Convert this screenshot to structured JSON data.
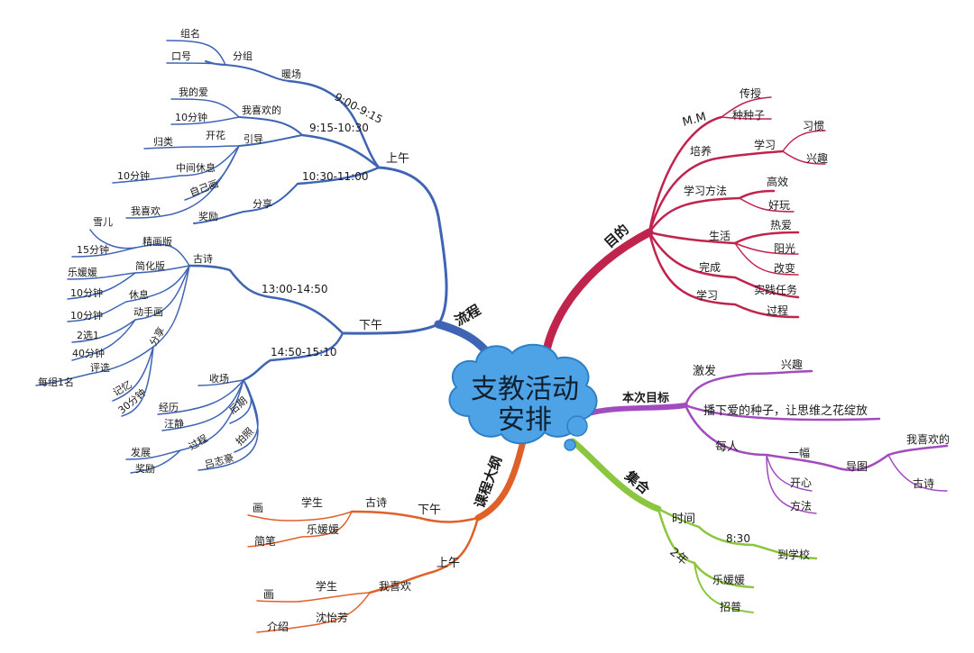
{
  "center": {
    "line1": "支教活动",
    "line2": "安排"
  },
  "colors": {
    "flow": "#3f64b4",
    "goal": "#c0244d",
    "objective": "#a24bbf",
    "gather": "#8cc63e",
    "course": "#e0602a",
    "cloud": "#4ea3e6"
  },
  "flow": {
    "label": "流程",
    "am": {
      "label": "上午",
      "s1": {
        "time": "9:00-9:15",
        "warmup": "暖场",
        "group": "分组",
        "groupName": "组名",
        "slogan": "口号"
      },
      "s2": {
        "time": "9:15-10:30",
        "fav": "我喜欢的",
        "myLove": "我的爱",
        "tenMin": "10分钟",
        "guide": "引导",
        "flower": "开花",
        "classify": "归类",
        "break": "中间休息",
        "tenMin2": "10分钟",
        "selfDraw": "自己画",
        "iLike": "我喜欢"
      },
      "s3": {
        "time": "10:30-11:00",
        "share": "分享",
        "reward": "奖励"
      }
    },
    "pm": {
      "label": "下午",
      "s1": {
        "time": "13:00-14:50",
        "poem": "古诗",
        "fine": "精画版",
        "snow": "雪儿",
        "fifteen": "15分钟",
        "simple": "简化版",
        "lyy": "乐媛媛",
        "tenA": "10分钟",
        "rest": "休息",
        "tenB": "10分钟",
        "handDraw": "动手画",
        "choose": "2选1",
        "forty": "40分钟",
        "share": "分享",
        "select": "评选",
        "perGroup": "每组1名",
        "memory": "记忆",
        "thirty": "30分钟"
      },
      "s2": {
        "time": "14:50-15:10",
        "wrap": "收场",
        "exp": "经历",
        "wang": "汪静",
        "after": "后期",
        "photo": "拍照",
        "process": "过程",
        "develop": "发展",
        "reward": "奖励",
        "lv": "吕志豪"
      }
    }
  },
  "goal": {
    "label": "目的",
    "mm": "M.M",
    "teach": "传授",
    "seed": "种种子",
    "cultivate": "培养",
    "study": "学习",
    "habit": "习惯",
    "interest": "兴趣",
    "method": "学习方法",
    "efficient": "高效",
    "fun": "好玩",
    "life": "生活",
    "love": "热爱",
    "sunny": "阳光",
    "change": "改变",
    "complete": "完成",
    "task": "实践任务",
    "learn": "学习",
    "process": "过程"
  },
  "objective": {
    "label": "本次目标",
    "inspire": "激发",
    "interest": "兴趣",
    "sow": "播下爱的种子，让思维之花绽放",
    "each": "每人",
    "one": "一幅",
    "happy": "开心",
    "method": "方法",
    "map": "导图",
    "fav": "我喜欢的",
    "poem": "古诗"
  },
  "gather": {
    "label": "集合",
    "time": "时间",
    "clock": "8:30",
    "arrive": "到学校",
    "grade": "2年",
    "lyy": "乐媛媛",
    "zhao": "招普"
  },
  "course": {
    "label": "课程大纲",
    "pm": "下午",
    "poem": "古诗",
    "student": "学生",
    "draw": "画",
    "lyy": "乐媛媛",
    "pen": "简笔",
    "am": "上午",
    "iLike": "我喜欢",
    "student2": "学生",
    "draw2": "画",
    "shen": "沈怡芳",
    "intro": "介绍"
  }
}
